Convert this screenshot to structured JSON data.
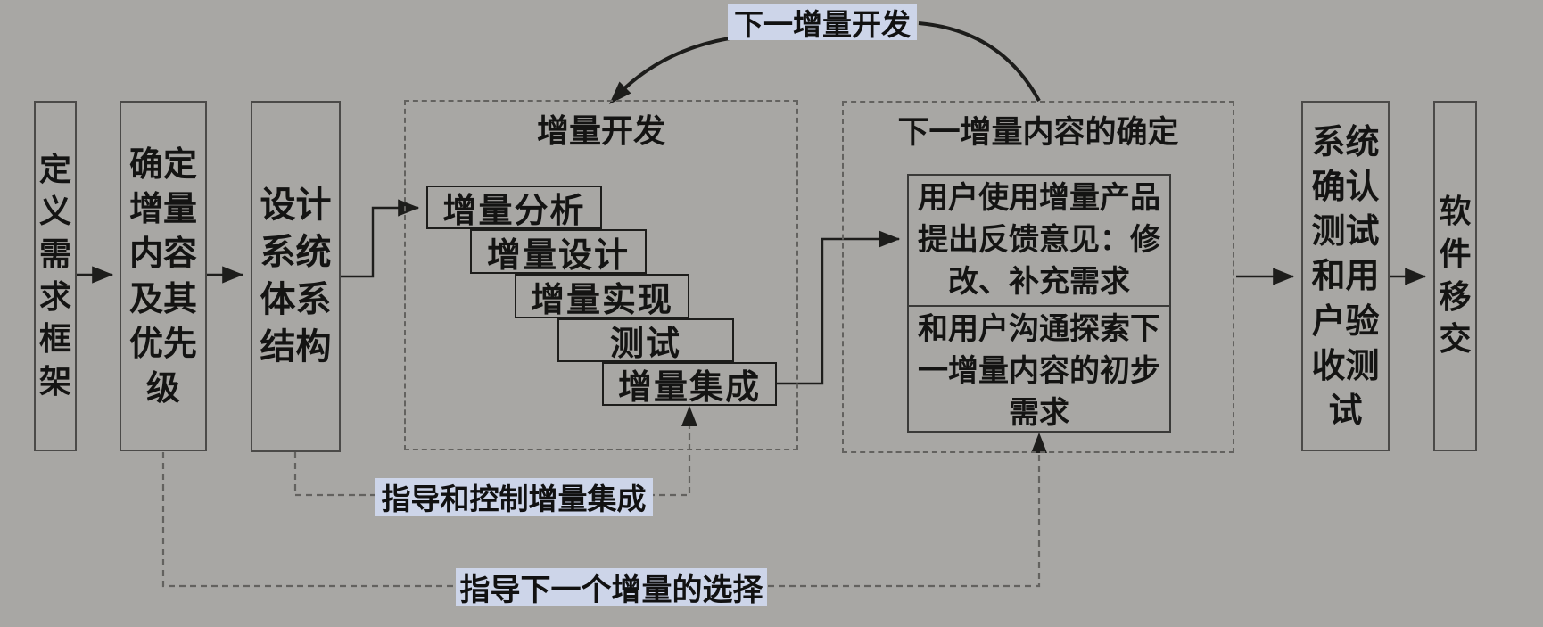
{
  "diagram": {
    "top_loop_label": "下一增量开发",
    "stages": {
      "define_requirements": "定义需求框架",
      "determine_increment_content": "确定增量内容及其优先级",
      "design_architecture": "设计系统体系结构",
      "system_validation_test": "系统确认测试和用户验收测试",
      "software_handover": "软件移交"
    },
    "increment_development": {
      "title": "增量开发",
      "steps": [
        "增量分析",
        "增量设计",
        "增量实现",
        "测试",
        "增量集成"
      ]
    },
    "next_increment": {
      "title": "下一增量内容的确定",
      "items": [
        "用户使用增量产品提出反馈意见：修改、补充需求",
        "和用户沟通探索下一增量内容的初步需求"
      ]
    },
    "annotations": {
      "guide_control_integration": "指导和控制增量集成",
      "guide_next_selection": "指导下一个增量的选择"
    },
    "colors": {
      "background": "#a8a7a4",
      "highlight": "#cdd5e9",
      "line": "#1d1d1b",
      "dashline": "#63625f",
      "border": "#4b4a48",
      "text": "#141413"
    }
  }
}
